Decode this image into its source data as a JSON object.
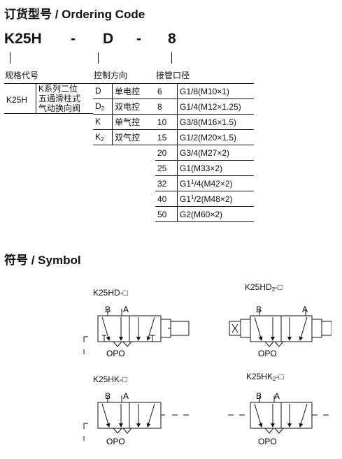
{
  "ordering": {
    "heading": "订货型号 / Ordering Code",
    "code_k": "K25H",
    "code_dash1": "-",
    "code_d": "D",
    "code_dash2": "-",
    "code_n": "8"
  },
  "spec_table": {
    "header": "规格代号",
    "rows": [
      {
        "code": "K25H",
        "desc": [
          "K系列二位",
          "五通滑柱式",
          "气动换向阀"
        ]
      }
    ]
  },
  "control_table": {
    "header": "控制方向",
    "rows": [
      {
        "code": "D",
        "code_sub": "",
        "desc": "单电控"
      },
      {
        "code": "D",
        "code_sub": "2",
        "desc": "双电控"
      },
      {
        "code": "K",
        "code_sub": "",
        "desc": "单气控"
      },
      {
        "code": "K",
        "code_sub": "2",
        "desc": "双气控"
      }
    ]
  },
  "port_table": {
    "header": "接管口径",
    "rows": [
      {
        "code": "6",
        "a": "G1/8(M10×1)",
        "sup": "",
        "b": ""
      },
      {
        "code": "8",
        "a": "G1/4(M12×1.25)",
        "sup": "",
        "b": ""
      },
      {
        "code": "10",
        "a": "G3/8(M16×1.5)",
        "sup": "",
        "b": ""
      },
      {
        "code": "15",
        "a": "G1/2(M20×1.5)",
        "sup": "",
        "b": ""
      },
      {
        "code": "20",
        "a": "G3/4(M27×2)",
        "sup": "",
        "b": ""
      },
      {
        "code": "25",
        "a": "G1(M33×2)",
        "sup": "",
        "b": ""
      },
      {
        "code": "32",
        "a": "G1",
        "sup": "1",
        "b": "/4(M42×2)"
      },
      {
        "code": "40",
        "a": "G1",
        "sup": "1",
        "b": "/2(M48×2)"
      },
      {
        "code": "50",
        "a": "G2(M60×2)",
        "sup": "",
        "b": ""
      }
    ]
  },
  "symbol": {
    "heading": "符号 / Symbol",
    "s1": {
      "label": "K25HD-□",
      "b": "B",
      "a": "A",
      "opo": "OPO"
    },
    "s2": {
      "label_a": "K25HD",
      "label_sub": "2",
      "label_b": "-□",
      "b": "B",
      "a": "A",
      "opo": "OPO"
    },
    "s3": {
      "label": "K25HK-□",
      "b": "B",
      "a": "A",
      "opo": "OPO"
    },
    "s4": {
      "label_a": "K25HK",
      "label_sub": "2",
      "label_b": "-□",
      "b": "B",
      "a": "A",
      "opo": "OPO"
    }
  }
}
